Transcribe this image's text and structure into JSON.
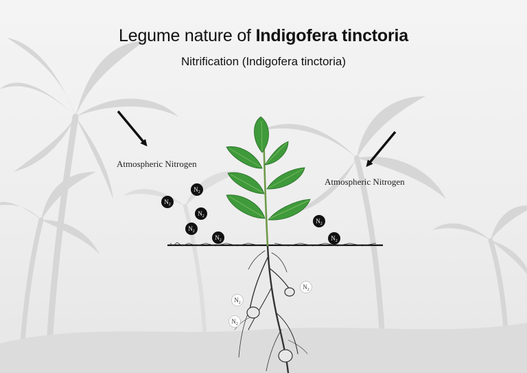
{
  "title": {
    "normal": "Legume nature of ",
    "bold": "Indigofera tinctoria"
  },
  "subtitle": "Nitrification (Indigofera tinctoria)",
  "labels": {
    "left": "Atmospheric Nitrogen",
    "right": "Atmospheric Nitrogen"
  },
  "molecule": {
    "symbol": "N",
    "subscript": "2"
  },
  "colors": {
    "leaf": "#3f9a3b",
    "leaf_dark": "#2a6e28",
    "molecule_air": "#111111",
    "molecule_soil": "#ffffff",
    "palm": "#d2d2d2"
  },
  "icons": [
    "arrow-down-right-icon",
    "arrow-down-left-icon",
    "plant-icon",
    "palm-tree-silhouette"
  ]
}
